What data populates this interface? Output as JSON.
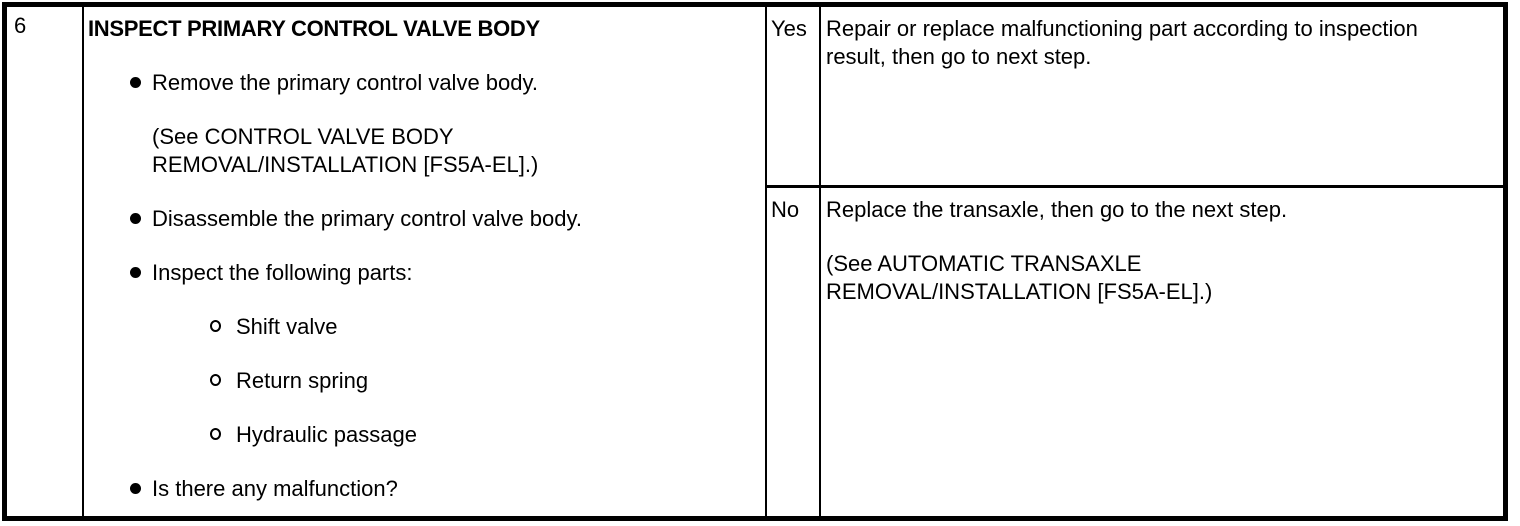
{
  "colors": {
    "text": "#000000",
    "border": "#000000",
    "background": "#ffffff"
  },
  "table": {
    "step": "6",
    "inspection": {
      "title": "INSPECT PRIMARY CONTROL VALVE BODY",
      "items": [
        {
          "text": "Remove the primary control valve body.",
          "note": "(See CONTROL VALVE BODY\nREMOVAL/INSTALLATION [FS5A-EL].)"
        },
        {
          "text": "Disassemble the primary control valve body."
        },
        {
          "text": "Inspect the following parts:",
          "subitems": [
            "Shift valve",
            "Return spring",
            "Hydraulic passage"
          ]
        },
        {
          "text": "Is there any malfunction?"
        }
      ]
    },
    "results": [
      {
        "label": "Yes",
        "action": "Repair or replace malfunctioning part according to inspection\nresult, then go to next step."
      },
      {
        "label": "No",
        "action": "Replace the transaxle, then go to the next step.",
        "note": "(See AUTOMATIC TRANSAXLE\nREMOVAL/INSTALLATION [FS5A-EL].)"
      }
    ]
  }
}
